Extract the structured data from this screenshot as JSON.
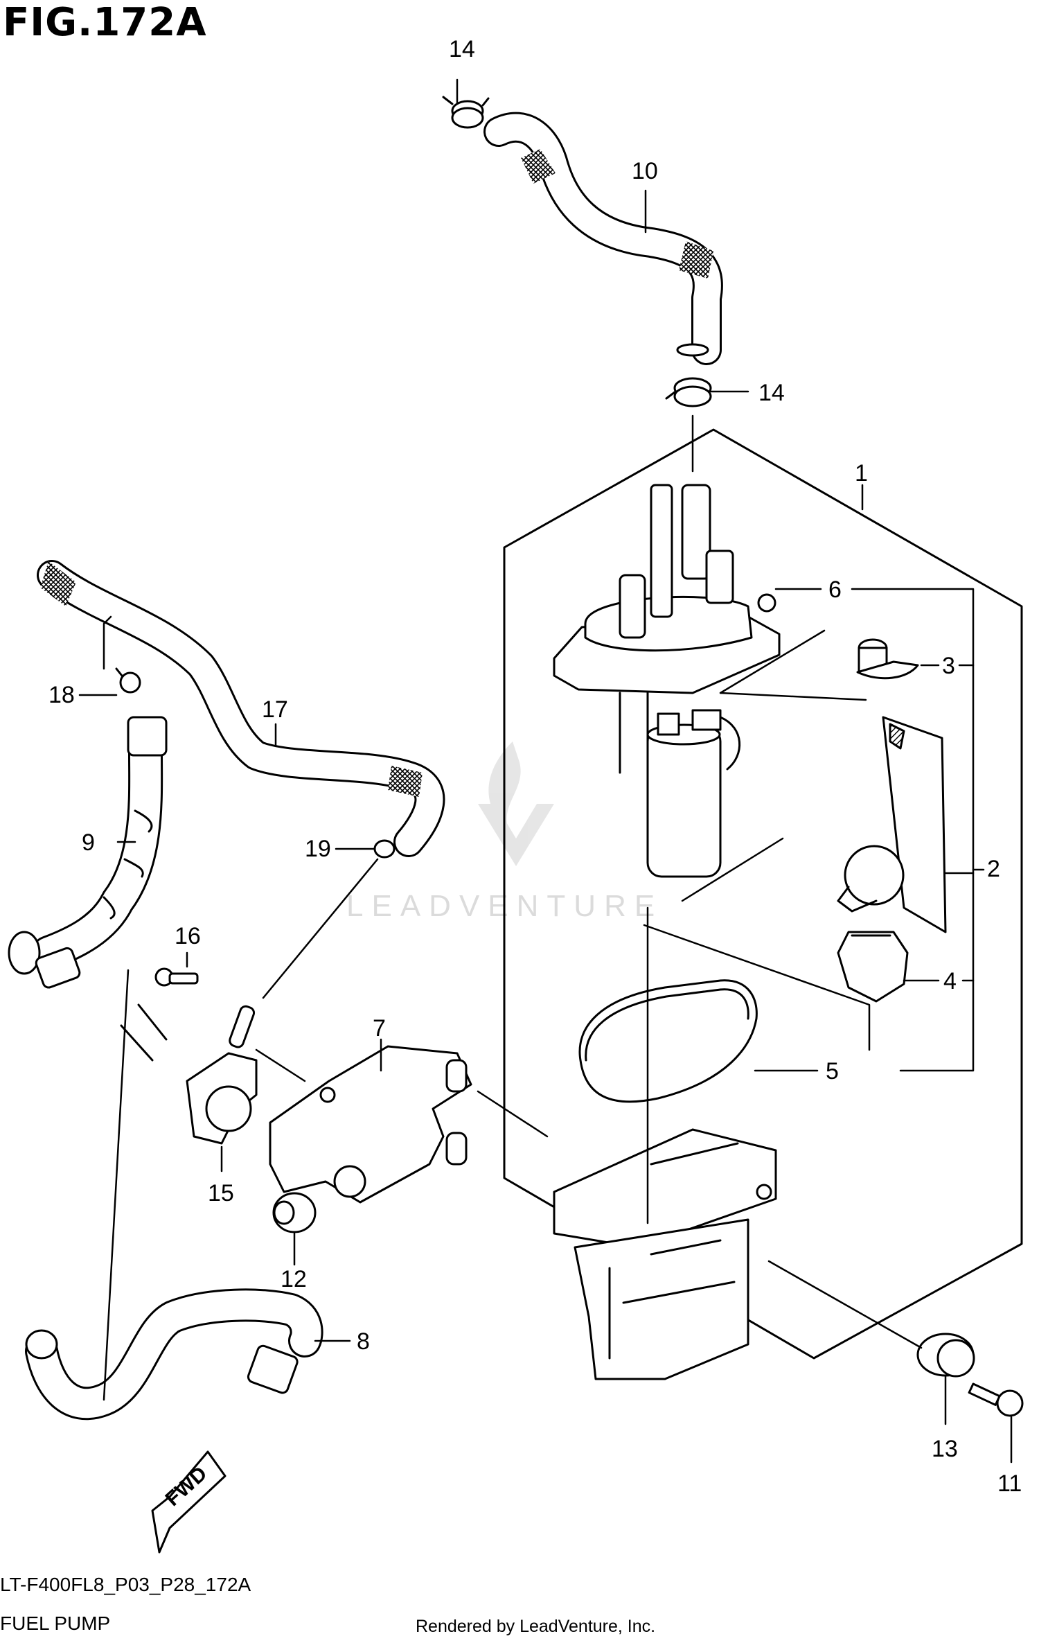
{
  "figure": {
    "title": "FIG.172A",
    "model_code": "LT-F400FL8_P03_P28_172A",
    "section_name": "FUEL PUMP",
    "credit": "Rendered by LeadVenture, Inc.",
    "watermark": "LEADVENTURE",
    "direction_label": "FWD"
  },
  "callouts": [
    {
      "id": "c1",
      "label": "1"
    },
    {
      "id": "c2",
      "label": "2"
    },
    {
      "id": "c3",
      "label": "3"
    },
    {
      "id": "c4",
      "label": "4"
    },
    {
      "id": "c5",
      "label": "5"
    },
    {
      "id": "c6",
      "label": "6"
    },
    {
      "id": "c7",
      "label": "7"
    },
    {
      "id": "c8",
      "label": "8"
    },
    {
      "id": "c9",
      "label": "9"
    },
    {
      "id": "c10",
      "label": "10"
    },
    {
      "id": "c11",
      "label": "11"
    },
    {
      "id": "c12",
      "label": "12"
    },
    {
      "id": "c13",
      "label": "13"
    },
    {
      "id": "c14a",
      "label": "14"
    },
    {
      "id": "c14b",
      "label": "14"
    },
    {
      "id": "c15",
      "label": "15"
    },
    {
      "id": "c16",
      "label": "16"
    },
    {
      "id": "c17",
      "label": "17"
    },
    {
      "id": "c18",
      "label": "18"
    },
    {
      "id": "c19",
      "label": "19"
    }
  ],
  "colors": {
    "line": "#000000",
    "background": "#ffffff",
    "watermark": "#d8d8d8"
  }
}
